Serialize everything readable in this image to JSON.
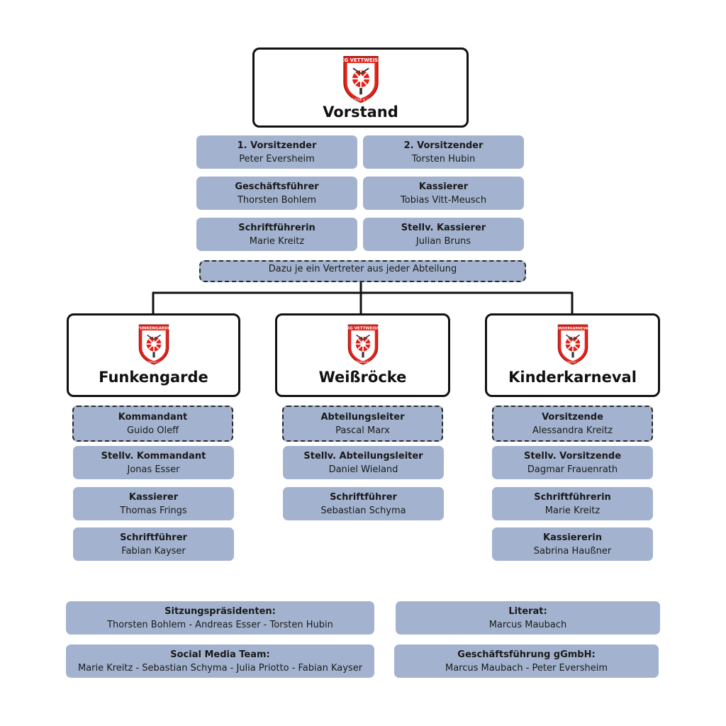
{
  "colors": {
    "box_fill": "#a3b3cf",
    "border": "#111111",
    "logo_red": "#e2231a"
  },
  "vorstand": {
    "title": "Vorstand",
    "logo_top_text": "KG VETTWEISS",
    "logo_bottom_text": "1938 e.V.",
    "members": [
      {
        "role": "1. Vorsitzender",
        "name": "Peter Eversheim"
      },
      {
        "role": "2. Vorsitzender",
        "name": "Torsten Hubin"
      },
      {
        "role": "Geschäftsführer",
        "name": "Thorsten Bohlem"
      },
      {
        "role": "Kassierer",
        "name": "Tobias Vitt-Meusch"
      },
      {
        "role": "Schriftführerin",
        "name": "Marie Kreitz"
      },
      {
        "role": "Stellv. Kassierer",
        "name": "Julian Bruns"
      }
    ],
    "note": "Dazu je ein Vertreter aus jeder Abteilung"
  },
  "departments": [
    {
      "title": "Funkengarde",
      "logo_top_text": "FUNKENGARDE",
      "logo_bottom_text": "KG VETTWEISS 1938 e.V.",
      "members": [
        {
          "role": "Kommandant",
          "name": "Guido Oleff"
        },
        {
          "role": "Stellv. Kommandant",
          "name": "Jonas Esser"
        },
        {
          "role": "Kassierer",
          "name": "Thomas Frings"
        },
        {
          "role": "Schriftführer",
          "name": "Fabian Kayser"
        }
      ]
    },
    {
      "title": "Weißröcke",
      "logo_top_text": "KG VETTWEISS",
      "logo_bottom_text": "Weißröcke",
      "members": [
        {
          "role": "Abteilungsleiter",
          "name": "Pascal Marx"
        },
        {
          "role": "Stellv. Abteilungsleiter",
          "name": "Daniel Wieland"
        },
        {
          "role": "Schriftführer",
          "name": "Sebastian Schyma"
        }
      ]
    },
    {
      "title": "Kinderkarneval",
      "logo_top_text": "KINDERKARNEVAL",
      "logo_bottom_text": "KG VETTWEISS 1938 e.V.",
      "members": [
        {
          "role": "Vorsitzende",
          "name": "Alessandra Kreitz"
        },
        {
          "role": "Stellv. Vorsitzende",
          "name": "Dagmar Frauenrath"
        },
        {
          "role": "Schriftführerin",
          "name": "Marie Kreitz"
        },
        {
          "role": "Kassiererin",
          "name": "Sabrina Haußner"
        }
      ]
    }
  ],
  "extras": [
    {
      "role": "Sitzungspräsidenten:",
      "name": "Thorsten Bohlem - Andreas Esser - Torsten Hubin"
    },
    {
      "role": "Literat:",
      "name": "Marcus Maubach"
    },
    {
      "role": "Social Media Team:",
      "name": "Marie Kreitz - Sebastian Schyma - Julia Priotto - Fabian Kayser"
    },
    {
      "role": "Geschäftsführung gGmbH:",
      "name": "Marcus Maubach - Peter Eversheim"
    }
  ]
}
